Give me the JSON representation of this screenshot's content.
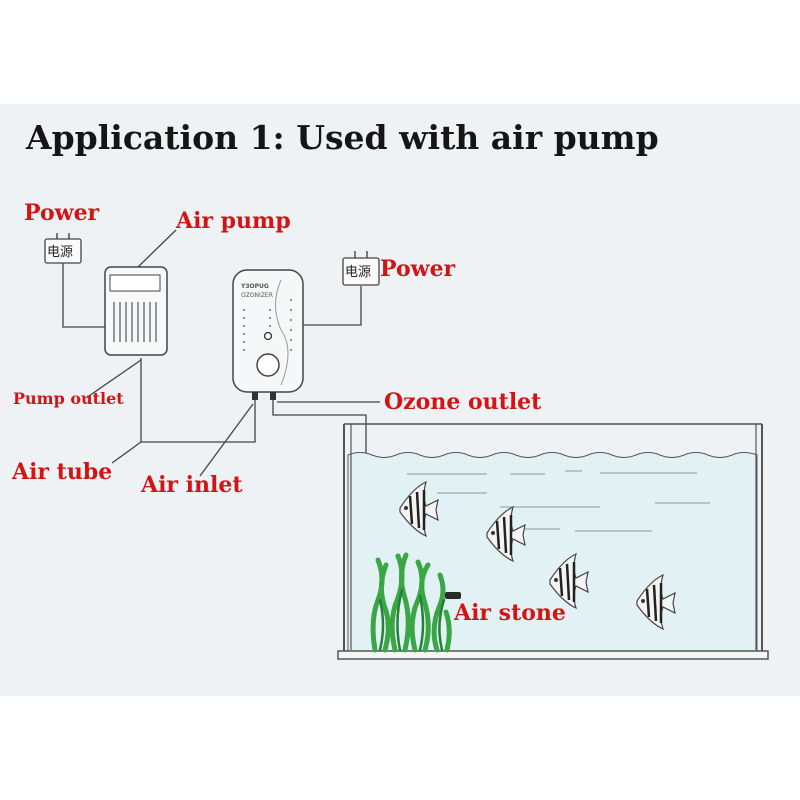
{
  "title": "Application 1: Used with air pump",
  "labels": {
    "power_left": "Power",
    "air_pump": "Air pump",
    "power_right": "Power",
    "pump_outlet": "Pump outlet",
    "ozone_outlet": "Ozone outlet",
    "air_tube": "Air tube",
    "air_inlet": "Air inlet",
    "air_stone": "Air stone"
  },
  "plug_text": "电源",
  "device": {
    "brand": "Y3OPUG",
    "model": "OZONIZER"
  },
  "colors": {
    "label": "#d21414",
    "title": "#151515",
    "water": "#e2f1f4",
    "plant": "#3aa644"
  }
}
